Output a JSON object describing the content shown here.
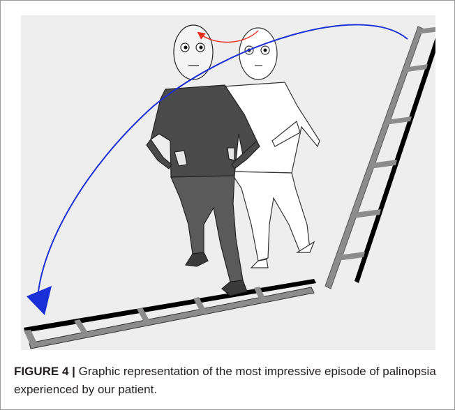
{
  "figure": {
    "label": "FIGURE 4 |",
    "caption": "Graphic representation of the most impressive episode of palinopsia experienced by our patient."
  },
  "colors": {
    "panel_background": "#eeeeee",
    "blue_arrow": "#1b2fd6",
    "red_arrow": "#e8301e",
    "solid_figure": "#4a4a4a",
    "rung": "#8c8c8c",
    "rail": "#000000"
  },
  "icons": {
    "solid_figure": "walking-person-solid",
    "afterimage_figure": "walking-person-outline",
    "vertical_ladder": "ladder",
    "floor_ladder": "ladder",
    "long_arrow": "curved-arrow",
    "eye_arrow": "curved-arrow"
  }
}
